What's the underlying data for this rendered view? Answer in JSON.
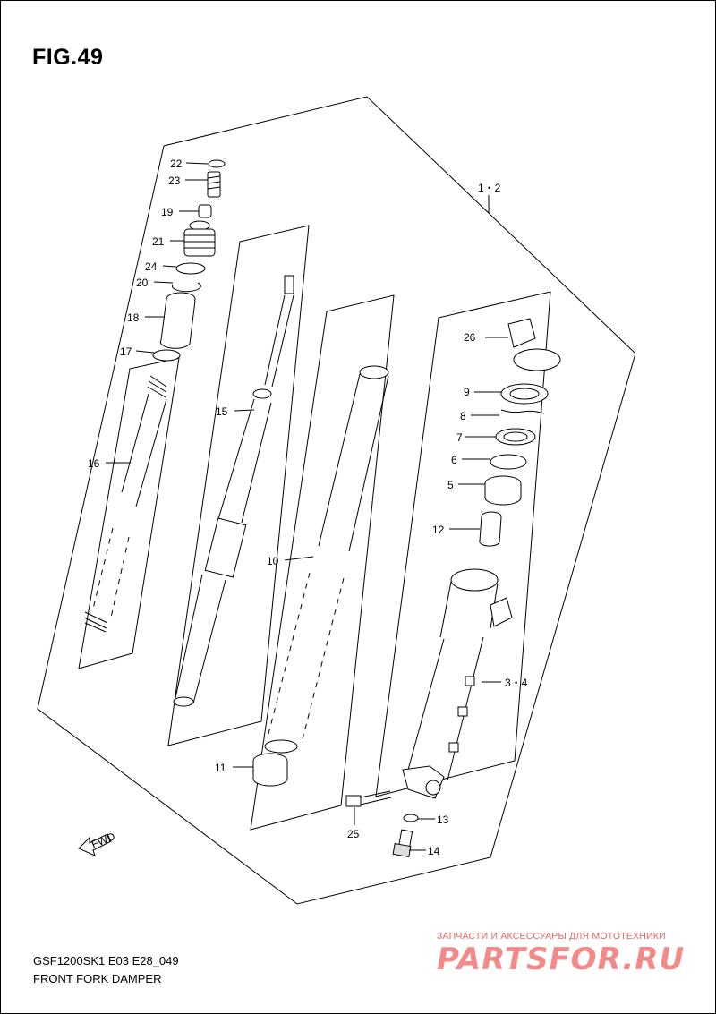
{
  "figure": {
    "title": "FIG.49",
    "code": "GSF1200SK1 E03 E28_049",
    "description": "FRONT FORK DAMPER"
  },
  "fwd_label": "FWD",
  "watermark": {
    "subtitle": "ЗАПЧАСТИ И АКСЕССУАРЫ ДЛЯ МОТОТЕХНИКИ",
    "logo": "PARTSFOR.RU"
  },
  "callouts": {
    "p1_2": "1・2",
    "p3_4": "3・4",
    "p5": "5",
    "p6": "6",
    "p7": "7",
    "p8": "8",
    "p9": "9",
    "p10": "10",
    "p11": "11",
    "p12": "12",
    "p13": "13",
    "p14": "14",
    "p15": "15",
    "p16": "16",
    "p17": "17",
    "p18": "18",
    "p19": "19",
    "p20": "20",
    "p21": "21",
    "p22": "22",
    "p23": "23",
    "p24": "24",
    "p25": "25",
    "p26": "26"
  },
  "colors": {
    "line": "#000000",
    "watermark": "#f28a8a"
  }
}
